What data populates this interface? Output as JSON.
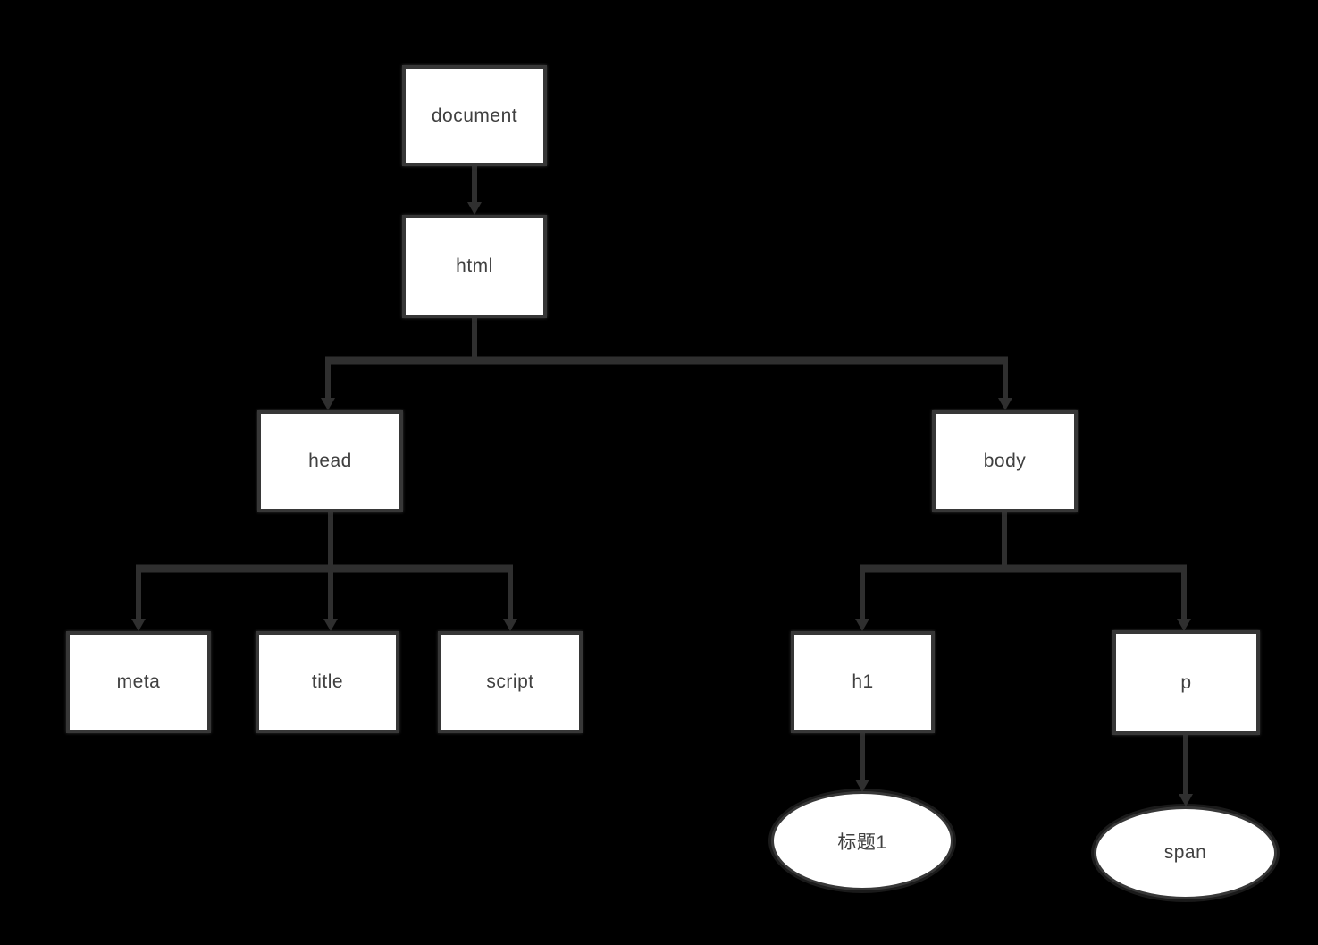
{
  "diagram": {
    "type": "tree",
    "description_visible_only": "DOM tree of an HTML document",
    "colors": {
      "background": "#000000",
      "node_fill": "#ffffff",
      "node_border": "#373737",
      "connector": "#2f2f2f",
      "text": "#404040"
    },
    "nodes": {
      "document": {
        "label": "document",
        "shape": "rect"
      },
      "html": {
        "label": "html",
        "shape": "rect"
      },
      "head": {
        "label": "head",
        "shape": "rect"
      },
      "body": {
        "label": "body",
        "shape": "rect"
      },
      "meta": {
        "label": "meta",
        "shape": "rect"
      },
      "title": {
        "label": "title",
        "shape": "rect"
      },
      "script": {
        "label": "script",
        "shape": "rect"
      },
      "h1": {
        "label": "h1",
        "shape": "rect"
      },
      "p": {
        "label": "p",
        "shape": "rect"
      },
      "h1_text": {
        "label": "标题1",
        "shape": "ellipse"
      },
      "span_text": {
        "label": "span",
        "shape": "ellipse"
      }
    },
    "edges": [
      [
        "document",
        "html"
      ],
      [
        "html",
        "head"
      ],
      [
        "html",
        "body"
      ],
      [
        "head",
        "meta"
      ],
      [
        "head",
        "title"
      ],
      [
        "head",
        "script"
      ],
      [
        "body",
        "h1"
      ],
      [
        "body",
        "p"
      ],
      [
        "h1",
        "h1_text"
      ],
      [
        "p",
        "span_text"
      ]
    ]
  }
}
